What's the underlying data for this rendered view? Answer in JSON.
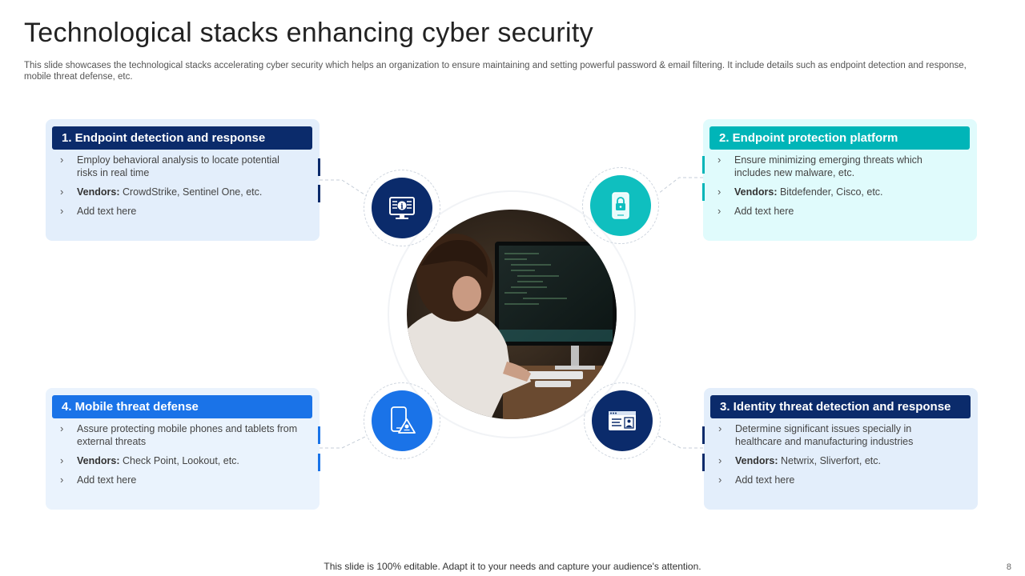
{
  "slide": {
    "title": "Technological stacks enhancing cyber security",
    "subtitle": "This slide showcases the technological stacks accelerating cyber security which helps an organization to ensure maintaining and setting powerful password & email filtering. It include details such as endpoint detection and response, mobile threat defense, etc.",
    "footer": "This slide is 100% editable. Adapt it to your needs and capture your audience's attention.",
    "page_number": "8"
  },
  "cards": [
    {
      "heading": "1. Endpoint detection and response",
      "bullet1": "Employ behavioral  analysis to locate potential risks in real time",
      "vendors_label": "Vendors:",
      "vendors_value": " CrowdStrike,  Sentinel One, etc.",
      "bullet3": "Add text here",
      "header_color": "#0b2b6b",
      "bg_color": "#e3eefb",
      "icon": "monitor-info-icon"
    },
    {
      "heading": "2. Endpoint protection platform",
      "bullet1": "Ensure minimizing emerging threats which includes new malware,  etc.",
      "vendors_label": "Vendors:",
      "vendors_value": " Bitdefender,  Cisco, etc.",
      "bullet3": "Add text here",
      "header_color": "#00b5b8",
      "bg_color": "#e0fbfc",
      "icon": "phone-lock-icon"
    },
    {
      "heading": "3. Identity threat detection and response",
      "bullet1": "Determine significant issues specially in healthcare and manufacturing  industries",
      "vendors_label": "Vendors:",
      "vendors_value": " Netwrix,  Sliverfort,  etc.",
      "bullet3": "Add text here",
      "header_color": "#0b2b6b",
      "bg_color": "#e3eefb",
      "icon": "id-card-browser-icon"
    },
    {
      "heading": "4. Mobile threat defense",
      "bullet1": "Assure protecting mobile phones and tablets from external threats",
      "vendors_label": "Vendors:",
      "vendors_value": " Check Point, Lookout, etc.",
      "bullet3": "Add text here",
      "header_color": "#1a73e8",
      "bg_color": "#eaf3fd",
      "icon": "phone-warning-icon"
    }
  ],
  "center_image": "person-at-computer-photo"
}
